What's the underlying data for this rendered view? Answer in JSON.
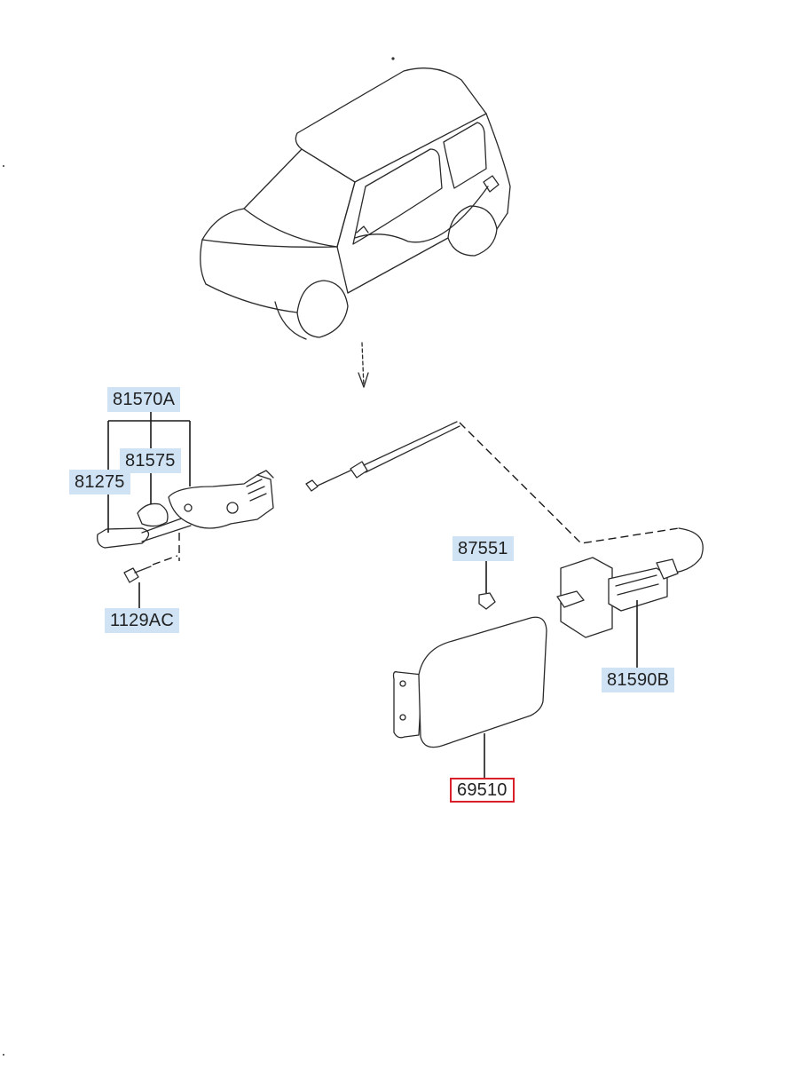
{
  "diagram": {
    "colors": {
      "label_background": "#cfe3f5",
      "highlight_border": "#d9202a",
      "line": "#2a2a2a"
    },
    "parts": [
      {
        "id": "81570A",
        "label": "81570A",
        "highlighted": false
      },
      {
        "id": "81575",
        "label": "81575",
        "highlighted": false
      },
      {
        "id": "81275",
        "label": "81275",
        "highlighted": false
      },
      {
        "id": "1129AC",
        "label": "1129AC",
        "highlighted": false
      },
      {
        "id": "87551",
        "label": "87551",
        "highlighted": false
      },
      {
        "id": "81590B",
        "label": "81590B",
        "highlighted": false
      },
      {
        "id": "69510",
        "label": "69510",
        "highlighted": true
      }
    ]
  }
}
